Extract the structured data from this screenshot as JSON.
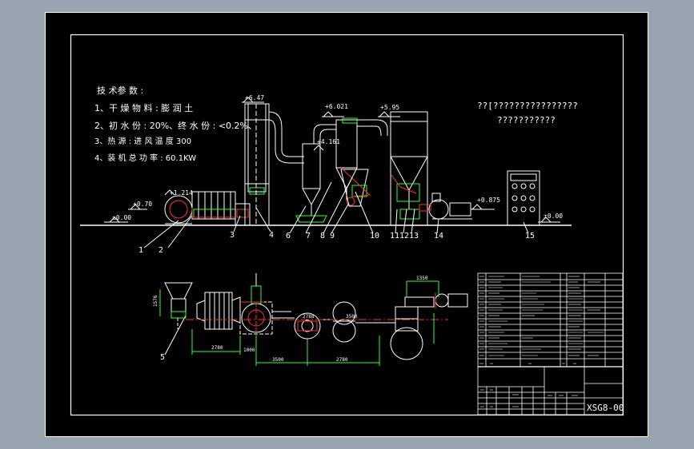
{
  "notes": {
    "heading": "技 术参 数 :",
    "lines": [
      "1、干 燥 物 料 : 膨 润 土",
      "2、初 水 份 : 20%、终 水 份 : <0.2%、",
      "3、热 源 : 进 风 温 度 300",
      "4、装 机 总 功 率 : 60.1KW"
    ],
    "unreadable_1": "??[????????????????",
    "unreadable_2": "???????????"
  },
  "elevations": {
    "e1": "+6.47",
    "e2": "+6.021",
    "e3": "+5.95",
    "e4": "+4.161",
    "e5": "+1.214",
    "e6": "+0.70",
    "e7": "±0.00",
    "e8": "+0.875",
    "e9": "±0.00"
  },
  "callouts": [
    "1",
    "2",
    "3",
    "4",
    "5",
    "6",
    "7",
    "8",
    "9",
    "10",
    "11",
    "12",
    "13",
    "14",
    "15"
  ],
  "dims": {
    "plan_1": "2780",
    "plan_2": "3500",
    "plan_3": "2780",
    "plan_4": "1000",
    "plan_5": "2788",
    "plan_6": "3500",
    "plan_v": "1576",
    "plan_top": "1350"
  },
  "title_block": {
    "drawing_no": "XSG8-00"
  }
}
